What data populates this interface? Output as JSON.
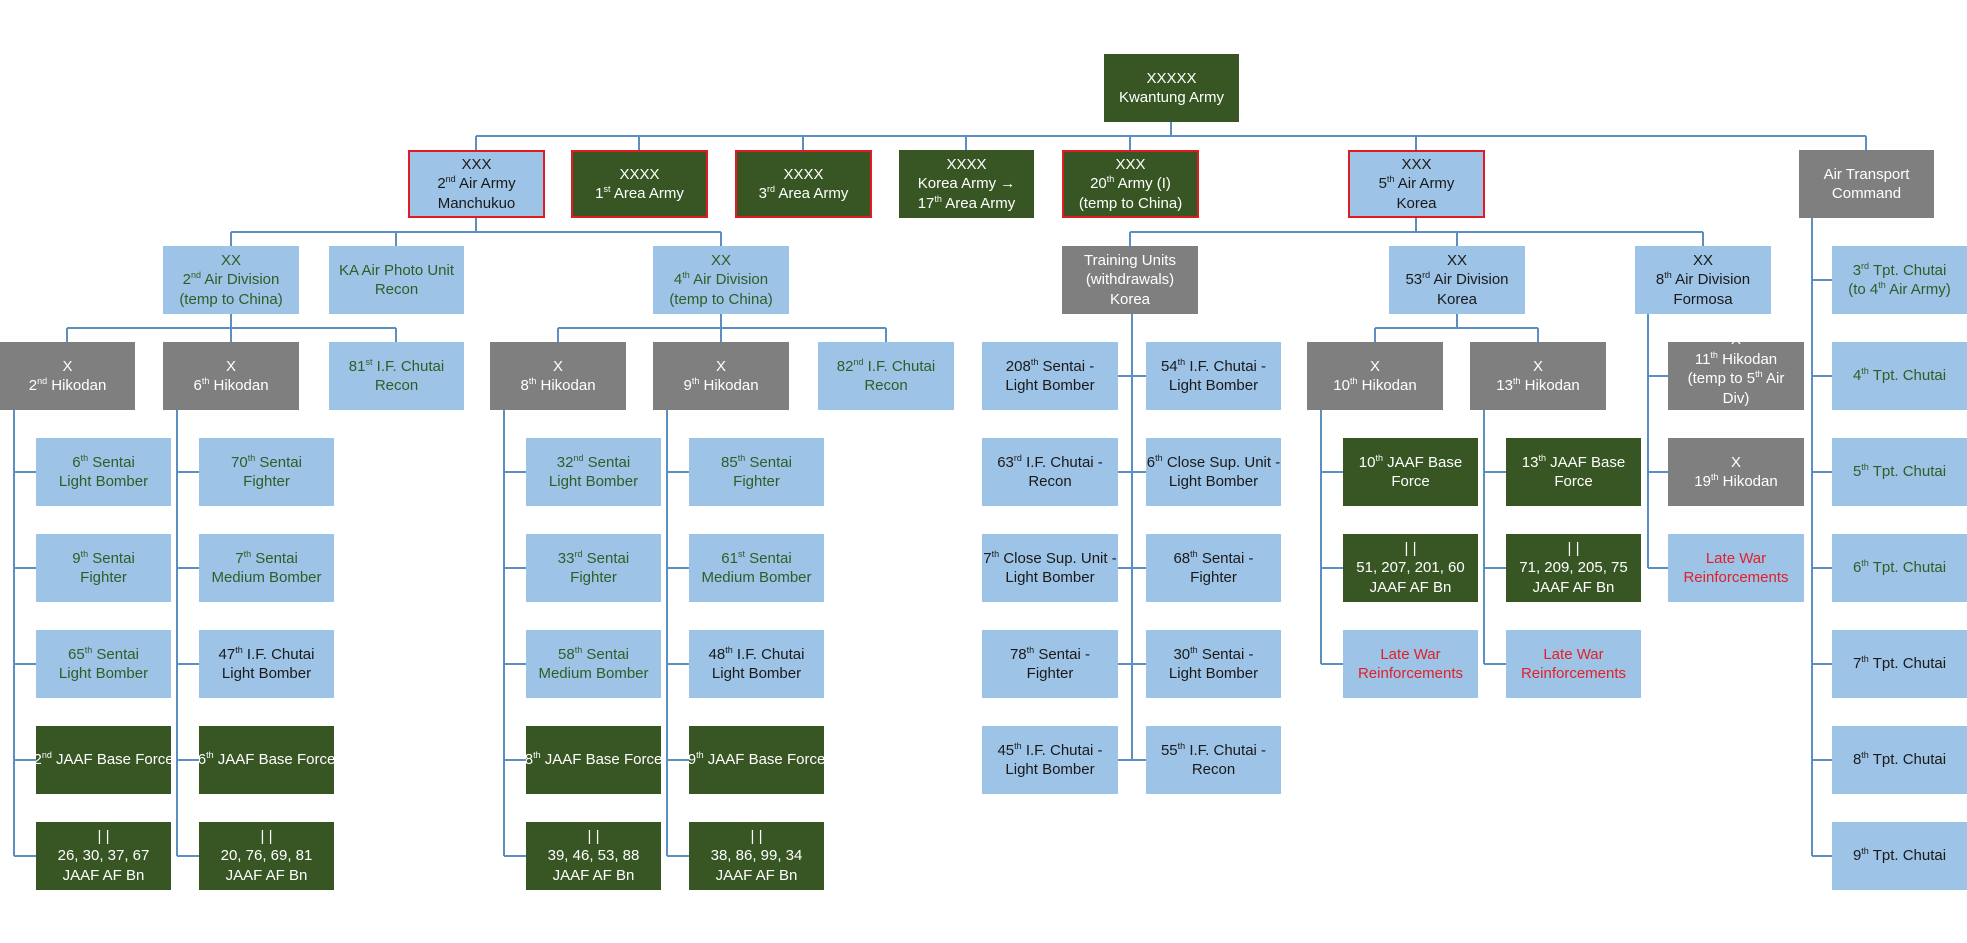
{
  "nodes": {
    "kwantung": [
      "XXXXX",
      "Kwantung Army"
    ],
    "air2": [
      "XXX",
      "2^nd^ Air Army",
      "Manchukuo"
    ],
    "area1": [
      "XXXX",
      "1^st^ Area Army"
    ],
    "area3": [
      "XXXX",
      "3^rd^ Area Army"
    ],
    "korea": [
      "XXXX",
      "Korea Army →",
      "17^th^ Area Army"
    ],
    "army20": [
      "XXX",
      "20^th^ Army (I)",
      "(temp to China)"
    ],
    "air5": [
      "XXX",
      "5^th^ Air Army",
      "Korea"
    ],
    "atc": [
      "Air Transport",
      "Command"
    ],
    "div2": [
      "XX",
      "2^nd^ Air Division",
      "(temp to China)"
    ],
    "kaphoto": [
      "KA Air Photo Unit",
      "Recon"
    ],
    "div4": [
      "XX",
      "4^th^ Air Division",
      "(temp to China)"
    ],
    "training": [
      "Training Units",
      "(withdrawals)",
      "Korea"
    ],
    "div53": [
      "XX",
      "53^rd^ Air Division",
      "Korea"
    ],
    "div8": [
      "XX",
      "8^th^ Air Division",
      "Formosa"
    ],
    "h2": [
      "X",
      "2^nd^ Hikodan"
    ],
    "h6": [
      "X",
      "6^th^ Hikodan"
    ],
    "c81": [
      "81^st^ I.F. Chutai",
      "Recon"
    ],
    "h8": [
      "X",
      "8^th^ Hikodan"
    ],
    "h9": [
      "X",
      "9^th^ Hikodan"
    ],
    "c82": [
      "82^nd^ I.F. Chutai",
      "Recon"
    ],
    "h10": [
      "X",
      "10^th^ Hikodan"
    ],
    "h13": [
      "X",
      "13^th^ Hikodan"
    ],
    "h11": [
      "X",
      "11^th^ Hikodan",
      "(temp to 5^th^ Air",
      "Div)"
    ],
    "h19": [
      "X",
      "19^th^ Hikodan"
    ],
    "s6": [
      "6^th^ Sentai",
      "Light Bomber"
    ],
    "s9": [
      "9^th^ Sentai",
      "Fighter"
    ],
    "s65": [
      "65^th^ Sentai",
      "Light Bomber"
    ],
    "b2": [
      "2^nd^ JAAF Base Force"
    ],
    "bn2": [
      "| |",
      "26, 30, 37, 67",
      "JAAF AF Bn"
    ],
    "s70": [
      "70^th^ Sentai",
      "Fighter"
    ],
    "s7": [
      "7^th^ Sentai",
      "Medium Bomber"
    ],
    "c47": [
      "47^th^ I.F. Chutai",
      "Light Bomber"
    ],
    "b6": [
      "6^th^ JAAF Base Force"
    ],
    "bn6": [
      "| |",
      "20, 76, 69, 81",
      "JAAF AF Bn"
    ],
    "s32": [
      "32^nd^ Sentai",
      "Light Bomber"
    ],
    "s33": [
      "33^rd^ Sentai",
      "Fighter"
    ],
    "s58": [
      "58^th^ Sentai",
      "Medium Bomber"
    ],
    "b8": [
      "8^th^ JAAF Base Force"
    ],
    "bn8": [
      "| |",
      "39, 46, 53, 88",
      "JAAF AF Bn"
    ],
    "s85": [
      "85^th^ Sentai",
      "Fighter"
    ],
    "s61": [
      "61^st^ Sentai",
      "Medium Bomber"
    ],
    "c48": [
      "48^th^ I.F. Chutai",
      "Light Bomber"
    ],
    "b9": [
      "9^th^ JAAF Base Force"
    ],
    "bn9": [
      "| |",
      "38, 86, 99, 34",
      "JAAF AF Bn"
    ],
    "s208": [
      "208^th^ Sentai -",
      "Light Bomber"
    ],
    "c63": [
      "63^rd^ I.F. Chutai -",
      "Recon"
    ],
    "cs7": [
      "7^th^ Close Sup. Unit -",
      "Light Bomber"
    ],
    "s78": [
      "78^th^ Sentai -",
      "Fighter"
    ],
    "c45": [
      "45^th^ I.F. Chutai -",
      "Light Bomber"
    ],
    "c54": [
      "54^th^ I.F. Chutai -",
      "Light Bomber"
    ],
    "cs6": [
      "6^th^ Close Sup. Unit -",
      "Light Bomber"
    ],
    "s68": [
      "68^th^ Sentai -",
      "Fighter"
    ],
    "s30": [
      "30^th^ Sentai -",
      "Light Bomber"
    ],
    "c55": [
      "55^th^ I.F. Chutai -",
      "Recon"
    ],
    "b10": [
      "10^th^ JAAF Base",
      "Force"
    ],
    "bn10": [
      "| |",
      "51, 207, 201, 60",
      "JAAF AF Bn"
    ],
    "lw10": [
      "Late War",
      "Reinforcements"
    ],
    "b13": [
      "13^th^ JAAF Base",
      "Force"
    ],
    "bn13": [
      "| |",
      "71, 209, 205, 75",
      "JAAF AF Bn"
    ],
    "lw13": [
      "Late War",
      "Reinforcements"
    ],
    "lw8": [
      "Late War",
      "Reinforcements"
    ],
    "t3": [
      "3^rd^ Tpt. Chutai",
      "(to 4^th^ Air Army)"
    ],
    "t4": [
      "4^th^ Tpt. Chutai"
    ],
    "t5": [
      "5^th^ Tpt. Chutai"
    ],
    "t6": [
      "6^th^ Tpt. Chutai"
    ],
    "t7": [
      "7^th^ Tpt. Chutai"
    ],
    "t8": [
      "8^th^ Tpt. Chutai"
    ],
    "t9": [
      "9^th^ Tpt. Chutai"
    ]
  },
  "colors": {
    "connector": "#5b8fc2",
    "dark_green": "#375623",
    "gray": "#7f7f7f",
    "light_blue": "#9dc3e6",
    "border_red": "#e01b24",
    "text_red": "#e0202a",
    "text_green": "#2e5e27"
  }
}
